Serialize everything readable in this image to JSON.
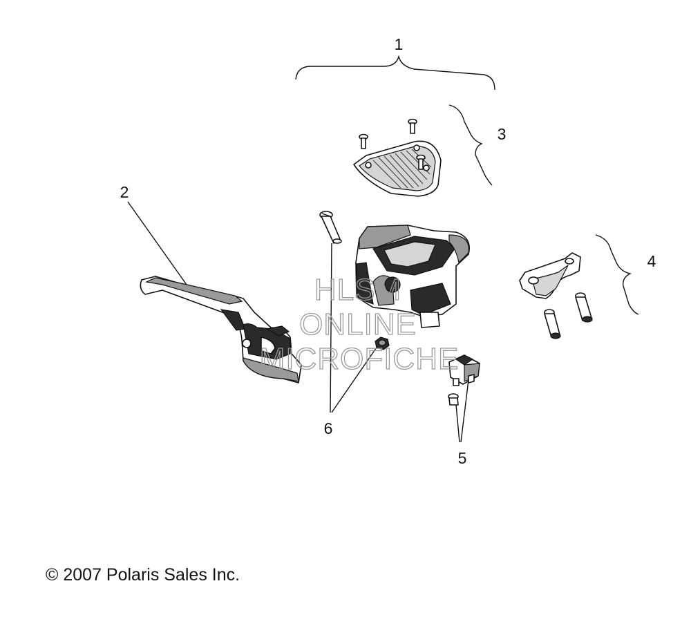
{
  "callouts": {
    "c1": "1",
    "c2": "2",
    "c3": "3",
    "c4": "4",
    "c5": "5",
    "c6": "6"
  },
  "watermark": {
    "line1": "HLSM",
    "line2": "ONLINE",
    "line3": "MICROFICHE"
  },
  "copyright": "© 2007 Polaris Sales Inc.",
  "colors": {
    "line": "#111111",
    "watermark": "#9a9a9a",
    "background": "#ffffff"
  }
}
